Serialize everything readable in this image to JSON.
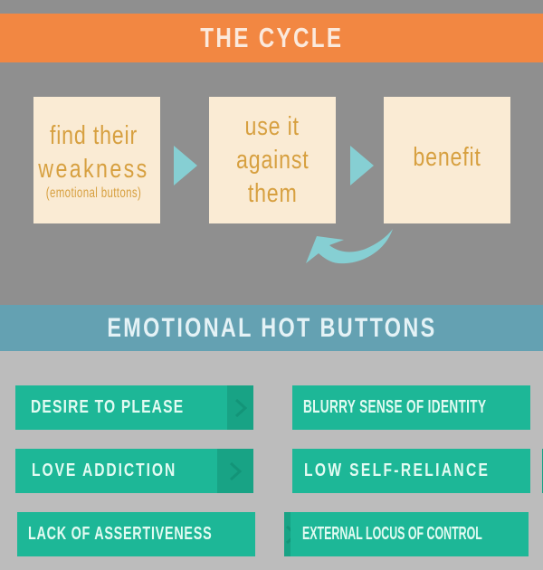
{
  "cycle": {
    "title": "THE CYCLE",
    "steps": [
      {
        "lines": [
          "find their",
          "weakness"
        ],
        "sub": "(emotional buttons)"
      },
      {
        "lines": [
          "use it",
          "against",
          "them"
        ]
      },
      {
        "lines": [
          "benefit"
        ]
      }
    ],
    "arrows": [
      "triangle-right",
      "triangle-right",
      "curved-return-arrow"
    ]
  },
  "hot_buttons": {
    "title": "EMOTIONAL HOT BUTTONS",
    "items": [
      {
        "label": "DESIRE TO PLEASE",
        "icon": "chevron-right"
      },
      {
        "label": "BLURRY SENSE OF IDENTITY",
        "icon": "chevron-right"
      },
      {
        "label": "LOVE ADDICTION",
        "icon": "chevron-right"
      },
      {
        "label": "LOW SELF-RELIANCE",
        "icon": "chevron-right"
      },
      {
        "label": "LACK OF ASSERTIVENESS",
        "icon": "chevron-right"
      },
      {
        "label": "EXTERNAL LOCUS OF CONTROL",
        "icon": "chevron-right"
      }
    ]
  },
  "colors": {
    "orange_band": "#f28742",
    "teal_band": "#64a1b2",
    "gray_bg": "#8f8f8f",
    "light_gray_bg": "#bcbcbc",
    "box_fill": "#faebd4",
    "box_text": "#d7a040",
    "arrow": "#86cfd3",
    "pill": "#1db797",
    "pill_chevron_tile": "#18a385"
  }
}
